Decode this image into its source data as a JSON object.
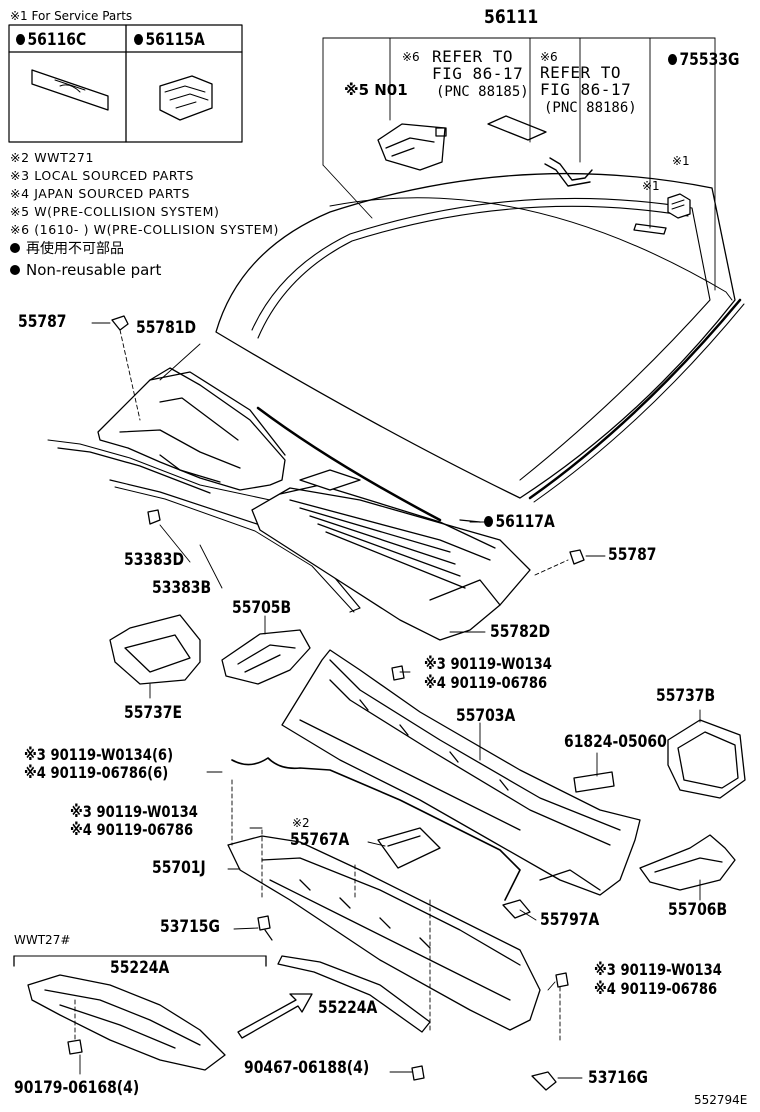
{
  "service_box": {
    "title": "※1 For Service Parts",
    "part_left": "56116C",
    "part_right": "56115A"
  },
  "legend": {
    "note2": "※2 WWT271",
    "note3": "※3 LOCAL SOURCED PARTS",
    "note4": "※4 JAPAN SOURCED PARTS",
    "note5": "※5 W(PRE-COLLISION SYSTEM)",
    "note6": "※6 (1610-    ) W(PRE-COLLISION SYSTEM)",
    "bullet_jp": "再使用不可部品",
    "bullet_en": "Non-reusable part"
  },
  "refs": {
    "ref1_mark": "※6",
    "ref1_line1": "REFER TO",
    "ref1_line2": "FIG 86-17",
    "ref1_pnc": "(PNC 88185)",
    "ref2_mark": "※6",
    "ref2_line1": "REFER TO",
    "ref2_line2": "FIG 86-17",
    "ref2_pnc": "(PNC 88186)",
    "n01": "※5 N01",
    "note1_a": "※1",
    "note1_b": "※1"
  },
  "parts": {
    "p56111": "56111",
    "p75533g": "75533G",
    "p55787a": "55787",
    "p55781d": "55781D",
    "p56117a": "56117A",
    "p55787b": "55787",
    "p53383d": "53383D",
    "p53383b": "53383B",
    "p55782d": "55782D",
    "p55705b": "55705B",
    "p55737e": "55737E",
    "p55703a": "55703A",
    "p55737b": "55737B",
    "p61824": "61824-05060",
    "p55767a": "55767A",
    "p55701j": "55701J",
    "p53715g": "53715G",
    "p55797a": "55797A",
    "p55706b": "55706B",
    "p55224a_top": "55224A",
    "p55224a": "55224A",
    "p90179": "90179-06168(4)",
    "p90467": "90467-06188(4)",
    "p53716g": "53716G",
    "wwt": "WWT27#",
    "code": "552794E"
  },
  "bolts": {
    "b1_l1": "※3 90119-W0134",
    "b1_l2": "※4 90119-06786",
    "b2_l1": "※3 90119-W0134(6)",
    "b2_l2": "※4 90119-06786(6)",
    "b3_l1": "※3 90119-W0134",
    "b3_l2": "※4 90119-06786",
    "b4_l1": "※3 90119-W0134",
    "b4_l2": "※4 90119-06786",
    "mark2": "※2"
  }
}
